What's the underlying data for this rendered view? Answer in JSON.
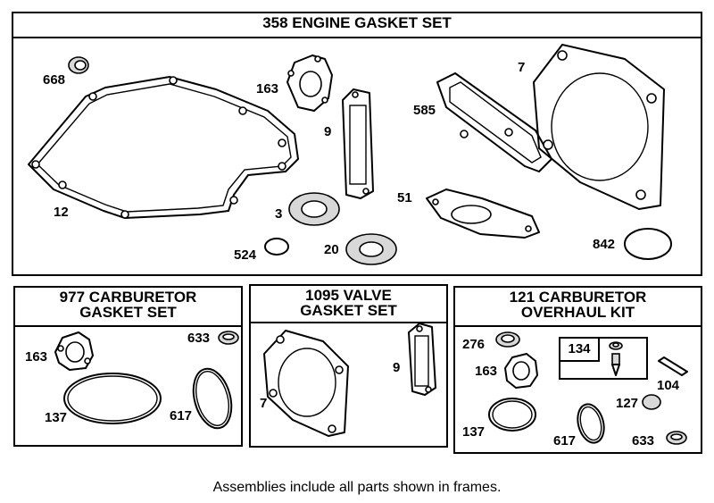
{
  "frames": {
    "engine_gasket_set": {
      "title": "358 ENGINE GASKET SET",
      "parts": [
        "668",
        "163",
        "9",
        "585",
        "7",
        "12",
        "3",
        "524",
        "20",
        "51",
        "842"
      ]
    },
    "carburetor_gasket_set": {
      "title_line1": "977 CARBURETOR",
      "title_line2": "GASKET SET",
      "parts": [
        "163",
        "633",
        "137",
        "617"
      ]
    },
    "valve_gasket_set": {
      "title_line1": "1095 VALVE",
      "title_line2": "GASKET SET",
      "parts": [
        "7",
        "9"
      ]
    },
    "carburetor_overhaul_kit": {
      "title_line1": "121 CARBURETOR",
      "title_line2": "OVERHAUL KIT",
      "sub_kit": "134",
      "parts": [
        "276",
        "163",
        "104",
        "127",
        "137",
        "617",
        "633"
      ]
    }
  },
  "footer": "Assemblies include all parts shown in frames."
}
